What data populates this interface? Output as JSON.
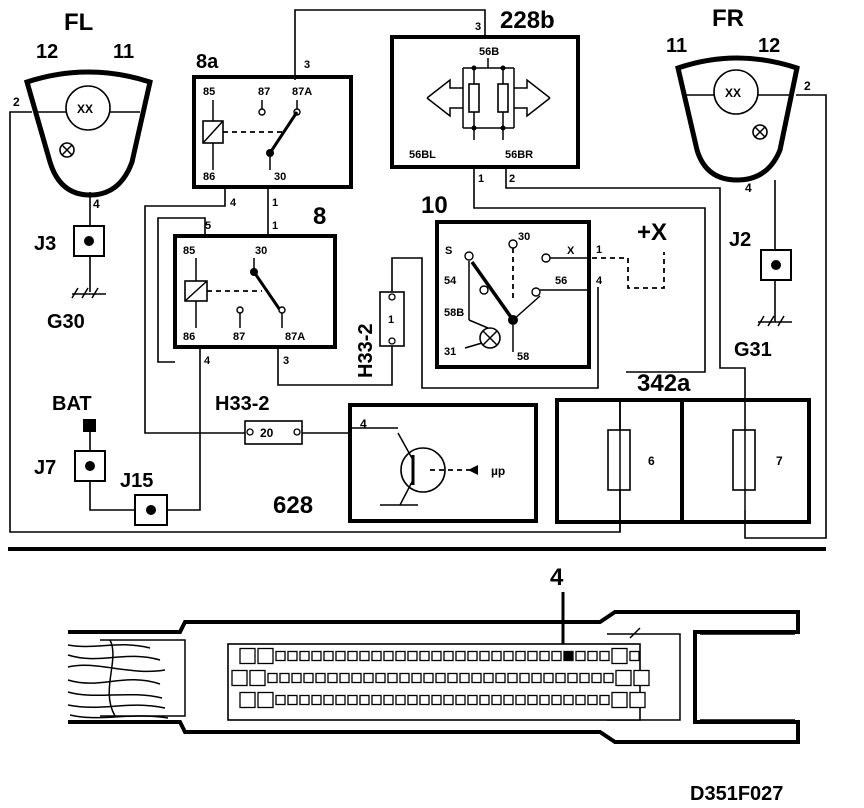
{
  "lamps": {
    "fl": {
      "name": "FL",
      "pin_left": "12",
      "pin_right": "11",
      "pin_side": "2",
      "pin_bottom": "4"
    },
    "fr": {
      "name": "FR",
      "pin_left": "11",
      "pin_right": "12",
      "pin_side": "2",
      "pin_bottom": "4"
    }
  },
  "lamp_bulb_text": "XX",
  "grounds": {
    "j3": "J3",
    "g30": "G30",
    "j2": "J2",
    "g31": "G31"
  },
  "relay_8a": {
    "name": "8a",
    "pins": {
      "p85": "85",
      "p87": "87",
      "p87a": "87A",
      "p86": "86",
      "p30": "30"
    },
    "ext": {
      "top": "3",
      "left": "4",
      "bottom": "1"
    }
  },
  "relay_8": {
    "name": "8",
    "pins": {
      "p85": "85",
      "p30": "30",
      "p86": "86",
      "p87": "87",
      "p87a": "87A"
    },
    "ext": {
      "top_left": "5",
      "top": "1",
      "bottom_left": "4",
      "bottom": "3"
    }
  },
  "switch_228b": {
    "name": "228b",
    "pins": {
      "top": "56B",
      "left": "56BL",
      "right": "56BR"
    },
    "ext": {
      "top": "3",
      "left": "1",
      "right": "2"
    }
  },
  "switch_10": {
    "name": "10",
    "pins": {
      "s": "S",
      "p30": "30",
      "x": "X",
      "p54": "54",
      "p56": "56",
      "p58b": "58B",
      "p31": "31",
      "p58": "58"
    },
    "ext": {
      "x": "1",
      "p56": "4"
    }
  },
  "plus_x": "+X",
  "connector_h33_vertical": {
    "name": "H33-2",
    "pin": "1"
  },
  "connector_h33_horizontal": {
    "name": "H33-2",
    "pin": "20"
  },
  "bat": {
    "label": "BAT",
    "j7": "J7",
    "j15": "J15"
  },
  "ecu_628": {
    "name": "628",
    "pin": "4",
    "input": "µp"
  },
  "fusebox_342a": {
    "name": "342a",
    "fuse_left": "6",
    "fuse_right": "7"
  },
  "connector_pointer": "4",
  "diagram_code": "D351F027"
}
